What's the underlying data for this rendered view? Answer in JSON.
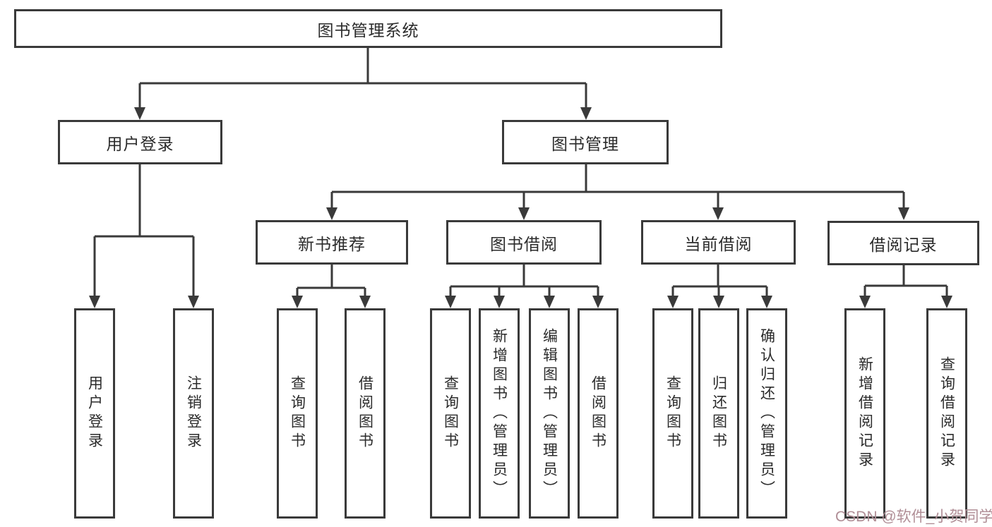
{
  "diagram": {
    "title": "图书管理系统",
    "nodes": {
      "root": {
        "label": "图书管理系统"
      },
      "user_login": {
        "label": "用户登录"
      },
      "book_mgmt": {
        "label": "图书管理"
      },
      "new_book_rec": {
        "label": "新书推荐"
      },
      "book_borrow": {
        "label": "图书借阅"
      },
      "current_borrow": {
        "label": "当前借阅"
      },
      "borrow_record": {
        "label": "借阅记录"
      },
      "leaf_user_login": {
        "label": "用户登录"
      },
      "leaf_logout": {
        "label": "注销登录"
      },
      "leaf_nbr_query": {
        "label": "查询图书"
      },
      "leaf_nbr_borrow": {
        "label": "借阅图书"
      },
      "leaf_bb_query": {
        "label": "查询图书"
      },
      "leaf_bb_add": {
        "label": "新增图书（管理员）"
      },
      "leaf_bb_edit": {
        "label": "编辑图书（管理员）"
      },
      "leaf_bb_borrow": {
        "label": "借阅图书"
      },
      "leaf_cb_query": {
        "label": "查询图书"
      },
      "leaf_cb_return": {
        "label": "归还图书"
      },
      "leaf_cb_confirm": {
        "label": "确认归还（管理员）"
      },
      "leaf_br_add": {
        "label": "新增借阅记录"
      },
      "leaf_br_query": {
        "label": "查询借阅记录"
      }
    },
    "watermark": {
      "text": "CSDN @软件_小贺同学"
    },
    "colors": {
      "line": "#3a3a3a",
      "text": "#2b2b2b",
      "box_background": "#ffffff",
      "watermark": "#b08e96",
      "background": "#ffffff"
    }
  }
}
